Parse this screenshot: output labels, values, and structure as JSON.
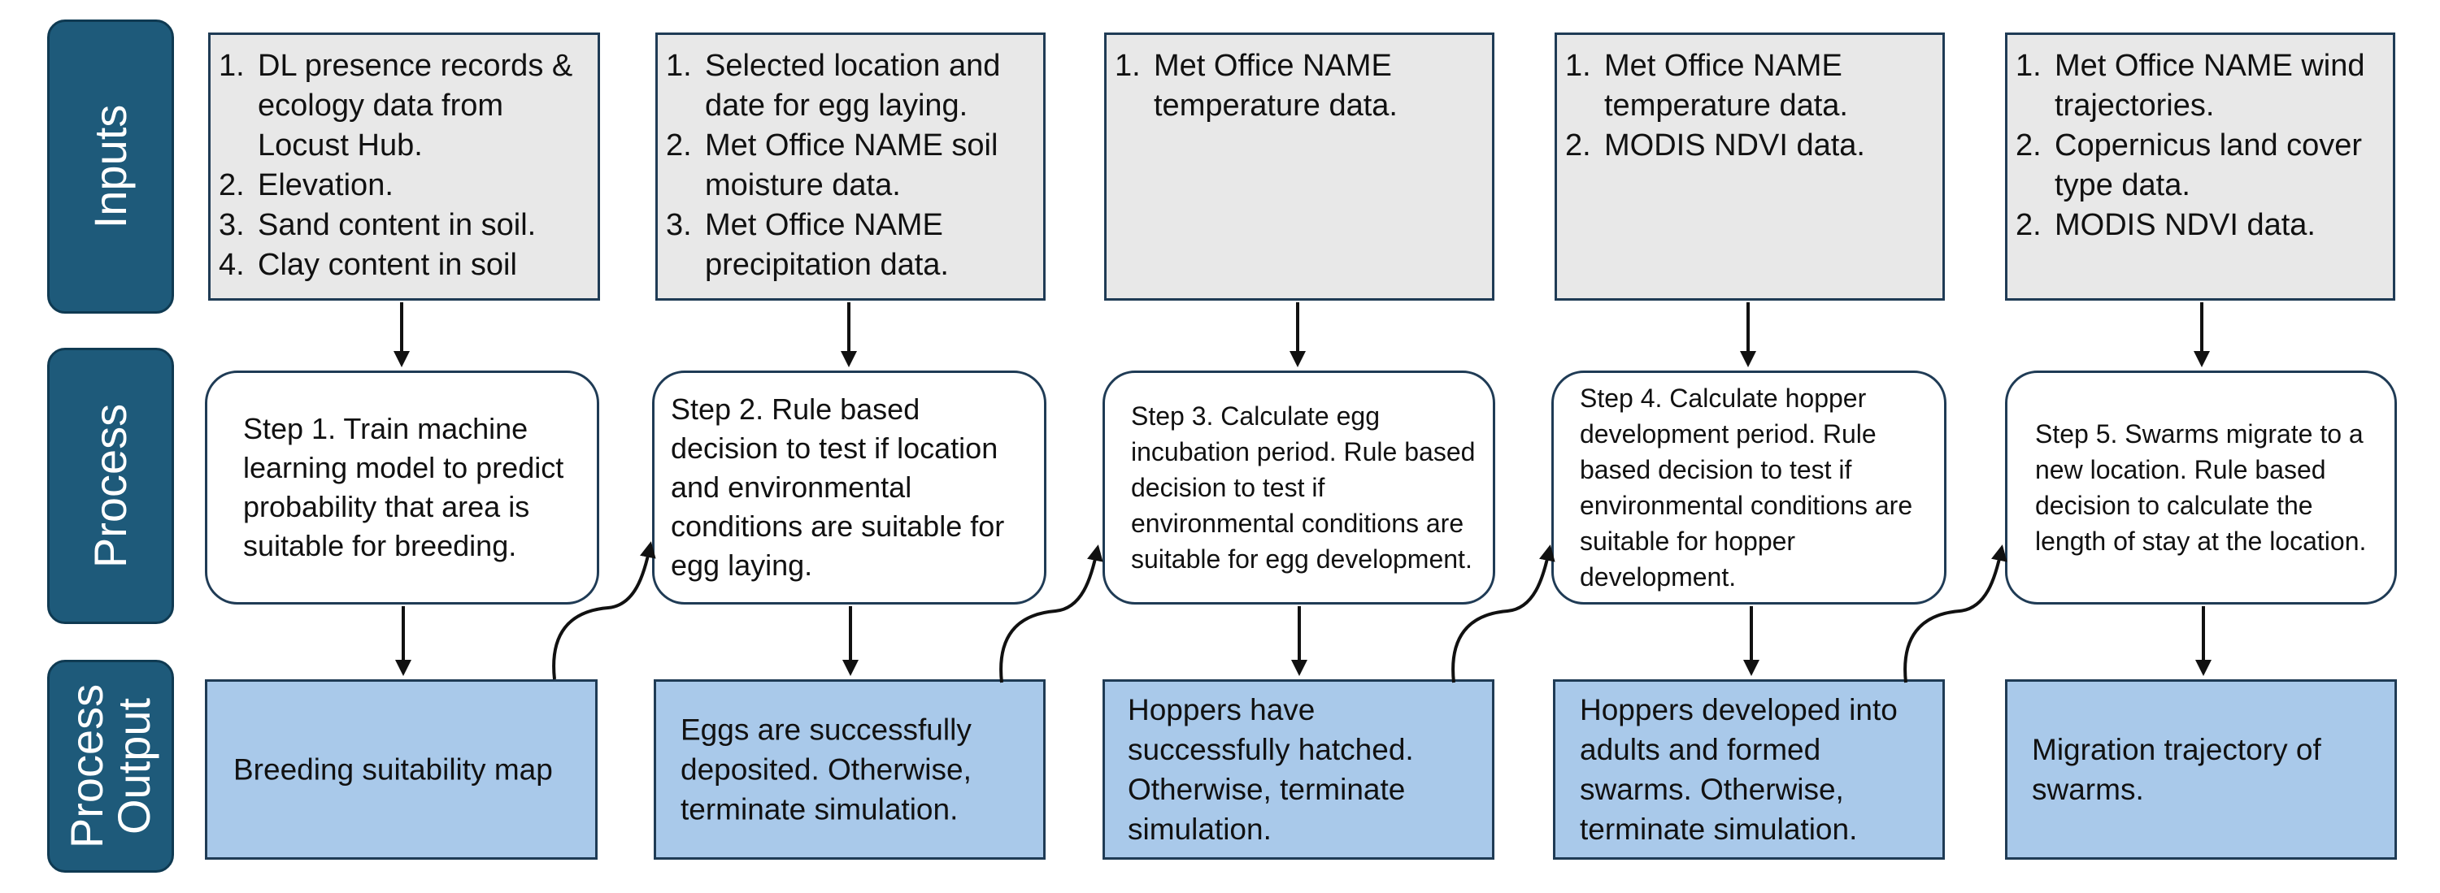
{
  "rows": {
    "inputs": "Inputs",
    "process": "Process",
    "output": "Process\nOutput"
  },
  "columns": [
    {
      "inputs": [
        {
          "n": "1.",
          "t": "DL presence records & ecology data from Locust Hub."
        },
        {
          "n": "2.",
          "t": "Elevation."
        },
        {
          "n": "3.",
          "t": "Sand content in soil."
        },
        {
          "n": "4.",
          "t": "Clay content in soil"
        }
      ],
      "process": "Step 1. Train machine learning model to predict probability that area is suitable for breeding.",
      "output": "Breeding suitability map"
    },
    {
      "inputs": [
        {
          "n": "1.",
          "t": "Selected location and date for egg laying."
        },
        {
          "n": "2.",
          "t": "Met Office NAME  soil moisture data."
        },
        {
          "n": "3.",
          "t": "Met Office NAME precipitation data."
        }
      ],
      "process": "Step 2. Rule based decision to test if location and environmental conditions are suitable for egg laying.",
      "output": "Eggs are successfully deposited. Otherwise, terminate simulation."
    },
    {
      "inputs": [
        {
          "n": "1.",
          "t": "Met Office NAME temperature data."
        }
      ],
      "process": "Step 3. Calculate egg incubation period. Rule based decision to test if environmental conditions are suitable for egg development.",
      "output": "Hoppers have successfully hatched. Otherwise, terminate simulation."
    },
    {
      "inputs": [
        {
          "n": "1.",
          "t": "Met Office NAME temperature data."
        },
        {
          "n": "2.",
          "t": "MODIS NDVI data."
        }
      ],
      "process": "Step 4. Calculate  hopper development period. Rule based decision to test if environmental conditions are suitable for hopper development.",
      "output": "Hoppers developed into adults and formed swarms. Otherwise, terminate simulation."
    },
    {
      "inputs": [
        {
          "n": "1.",
          "t": "Met Office NAME wind trajectories."
        },
        {
          "n": "2.",
          "t": "Copernicus land cover type data."
        },
        {
          "n": "2.",
          "t": "MODIS NDVI data."
        }
      ],
      "process": "Step 5.  Swarms migrate to a new location. Rule based decision to calculate the length of stay at the location.",
      "output": "Migration trajectory of swarms."
    }
  ],
  "colors": {
    "label_bg": "#1e5a7a",
    "input_bg": "#e8e8e8",
    "output_bg": "#a9c9ea",
    "border": "#1f3b55"
  }
}
